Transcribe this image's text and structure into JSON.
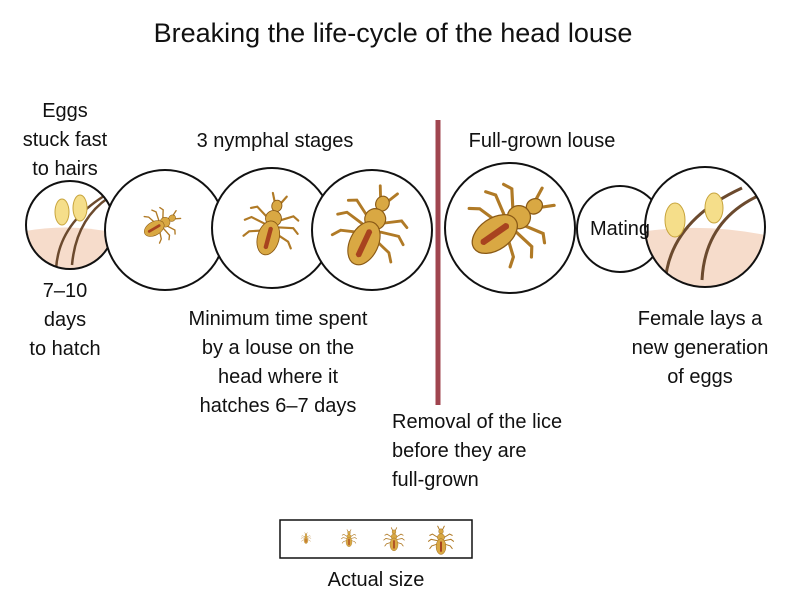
{
  "title": "Breaking the life-cycle of the head louse",
  "labels": {
    "eggs": "Eggs\nstuck fast\nto hairs",
    "hatch_time": "7–10\ndays\nto hatch",
    "nymphal_stages": "3 nymphal stages",
    "minimum_time": "Minimum time spent\nby a louse on the\nhead where it\nhatches 6–7 days",
    "full_grown": "Full-grown louse",
    "removal": "Removal of the lice\nbefore they are\nfull-grown",
    "mating": "Mating",
    "female_lays": "Female lays a\nnew generation\nof eggs",
    "actual_size": "Actual size"
  },
  "colors": {
    "divider": "#a0454f",
    "skin": "#f6dccb",
    "hair": "#6b4a2e",
    "egg": "#f5de8a",
    "louse": "#d9a843",
    "outline": "#111111"
  },
  "icons": [
    "hair-egg-icon",
    "louse-icon",
    "actual-size-louse-icon"
  ]
}
